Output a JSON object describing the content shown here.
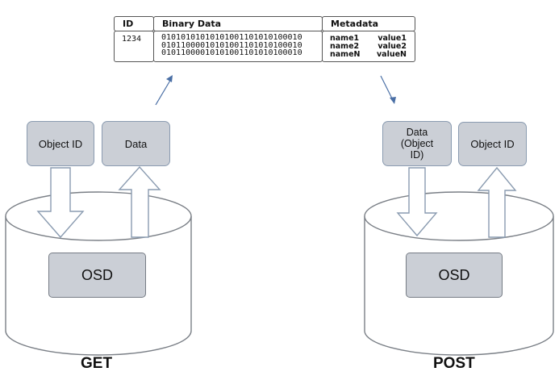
{
  "object_record": {
    "headers": {
      "id": "ID",
      "binary": "Binary Data",
      "metadata": "Metadata"
    },
    "id_value": "1234",
    "binary_lines": [
      "01010101010101001101010100010",
      "01011000010101001101010100010",
      "01011000010101001101010100010"
    ],
    "metadata_rows": [
      {
        "name": "name1",
        "value": "value1"
      },
      {
        "name": "name2",
        "value": "value2"
      },
      {
        "name": "nameN",
        "value": "valueN"
      }
    ]
  },
  "get": {
    "caption": "GET",
    "input_label": "Object ID",
    "output_label": "Data",
    "store_label": "OSD"
  },
  "post": {
    "caption": "POST",
    "input_label": "Data\n(Object\nID)",
    "output_label": "Object ID",
    "store_label": "OSD"
  },
  "colors": {
    "box_fill": "#cbcfd6",
    "box_border": "#8a9bb0",
    "arrow_line": "#4a6fa5",
    "cylinder_border": "#7a7f86"
  }
}
